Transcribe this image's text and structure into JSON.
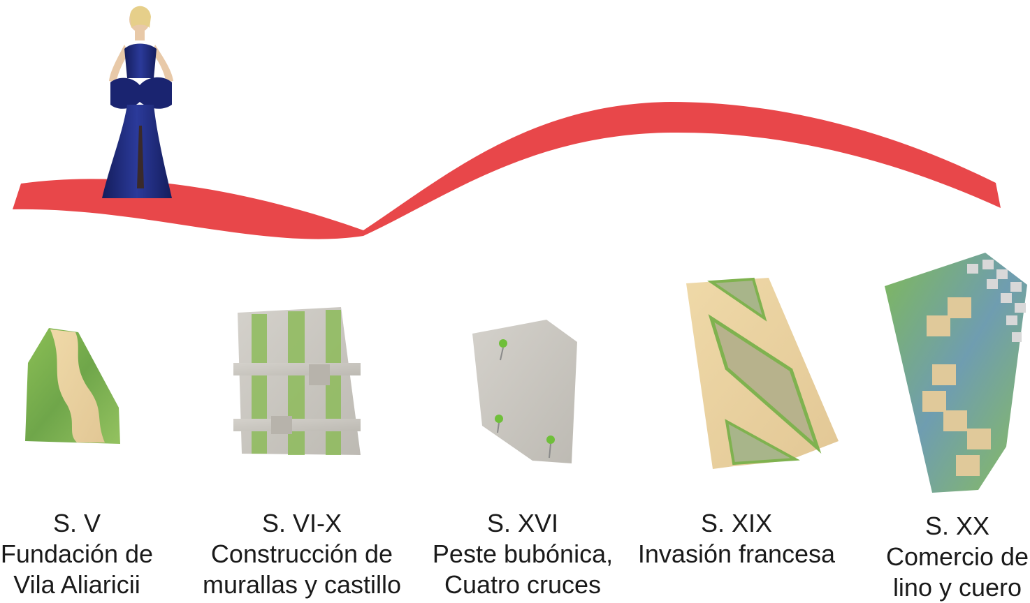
{
  "timeline": {
    "stages": [
      {
        "century": "S. V",
        "lines": [
          "Fundación de",
          "Vila Aliaricii"
        ]
      },
      {
        "century": "S. VI-X",
        "lines": [
          "Construcción de",
          "murallas y castillo"
        ]
      },
      {
        "century": "S. XVI",
        "lines": [
          "Peste bubónica,",
          "Cuatro cruces"
        ]
      },
      {
        "century": "S. XIX",
        "lines": [
          "Invasión francesa"
        ]
      },
      {
        "century": "S. XX",
        "lines": [
          "Comercio de",
          "lino y cuero"
        ]
      }
    ]
  },
  "colors": {
    "ribbon": "#e8474a",
    "grass": "#7fb24f",
    "sand": "#e8d1a0",
    "stone": "#c9c6bf",
    "dress": "#1d2a7a",
    "text": "#1a1a1a"
  },
  "figure": {
    "description_icon": "person-in-blue-gown-icon"
  }
}
